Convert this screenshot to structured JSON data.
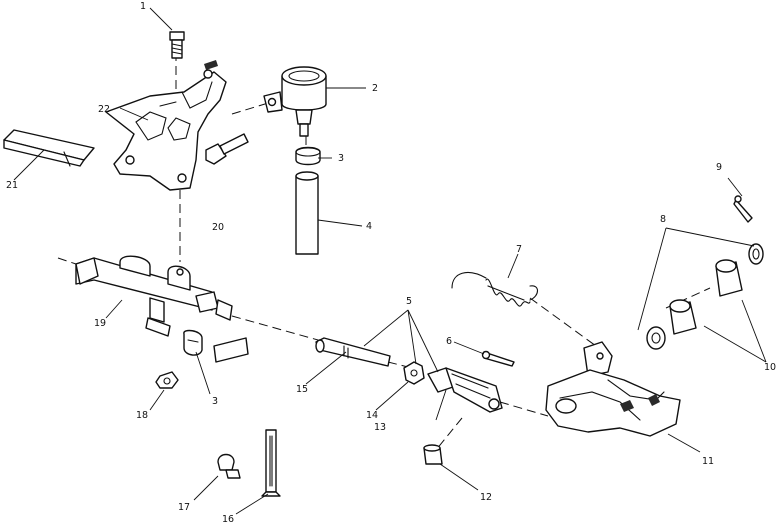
{
  "callouts": [
    {
      "id": "c1",
      "text": "1"
    },
    {
      "id": "c2",
      "text": "2"
    },
    {
      "id": "c3a",
      "text": "3"
    },
    {
      "id": "c3b",
      "text": "3"
    },
    {
      "id": "c4",
      "text": "4"
    },
    {
      "id": "c5",
      "text": "5"
    },
    {
      "id": "c6",
      "text": "6"
    },
    {
      "id": "c7",
      "text": "7"
    },
    {
      "id": "c8",
      "text": "8"
    },
    {
      "id": "c9",
      "text": "9"
    },
    {
      "id": "c10",
      "text": "10"
    },
    {
      "id": "c11",
      "text": "11"
    },
    {
      "id": "c12",
      "text": "12"
    },
    {
      "id": "c13",
      "text": "13"
    },
    {
      "id": "c14",
      "text": "14"
    },
    {
      "id": "c15",
      "text": "15"
    },
    {
      "id": "c16",
      "text": "16"
    },
    {
      "id": "c17",
      "text": "17"
    },
    {
      "id": "c18",
      "text": "18"
    },
    {
      "id": "c19",
      "text": "19"
    },
    {
      "id": "c20",
      "text": "20"
    },
    {
      "id": "c21",
      "text": "21"
    },
    {
      "id": "c22",
      "text": "22"
    }
  ]
}
